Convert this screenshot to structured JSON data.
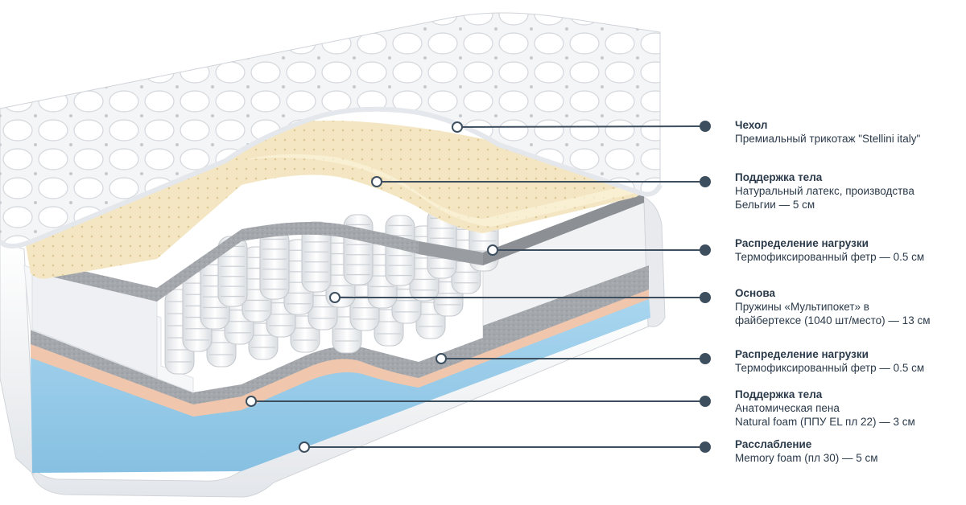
{
  "layers": [
    {
      "title": "Чехол",
      "lines": [
        "Премиальный трикотаж \"Stellini italy\""
      ]
    },
    {
      "title": "Поддержка тела",
      "lines": [
        "Натуральный латекс, производства",
        "Бельгии — 5 см"
      ]
    },
    {
      "title": "Распределение нагрузки",
      "lines": [
        "Термофиксированный фетр — 0.5 см"
      ]
    },
    {
      "title": "Основа",
      "lines": [
        "Пружины «Мультипокет» в",
        "файбертексе (1040 шт/место) — 13 см"
      ]
    },
    {
      "title": "Распределение нагрузки",
      "lines": [
        "Термофиксированный фетр — 0.5 см"
      ]
    },
    {
      "title": "Поддержка тела",
      "lines": [
        "Анатомическая пена",
        "Natural foam (ППУ EL пл 22) — 3 см"
      ]
    },
    {
      "title": "Расслабление",
      "lines": [
        "Memory foam (пл 30) — 5 см"
      ]
    }
  ],
  "colors": {
    "cover": "#f3f4f6",
    "latex": "#f5e8c4",
    "felt": "#9a9ea3",
    "springs": "#eceef0",
    "foam": "#f0c8b0",
    "memory": "#9fcfea",
    "line": "#3d4f5f"
  }
}
